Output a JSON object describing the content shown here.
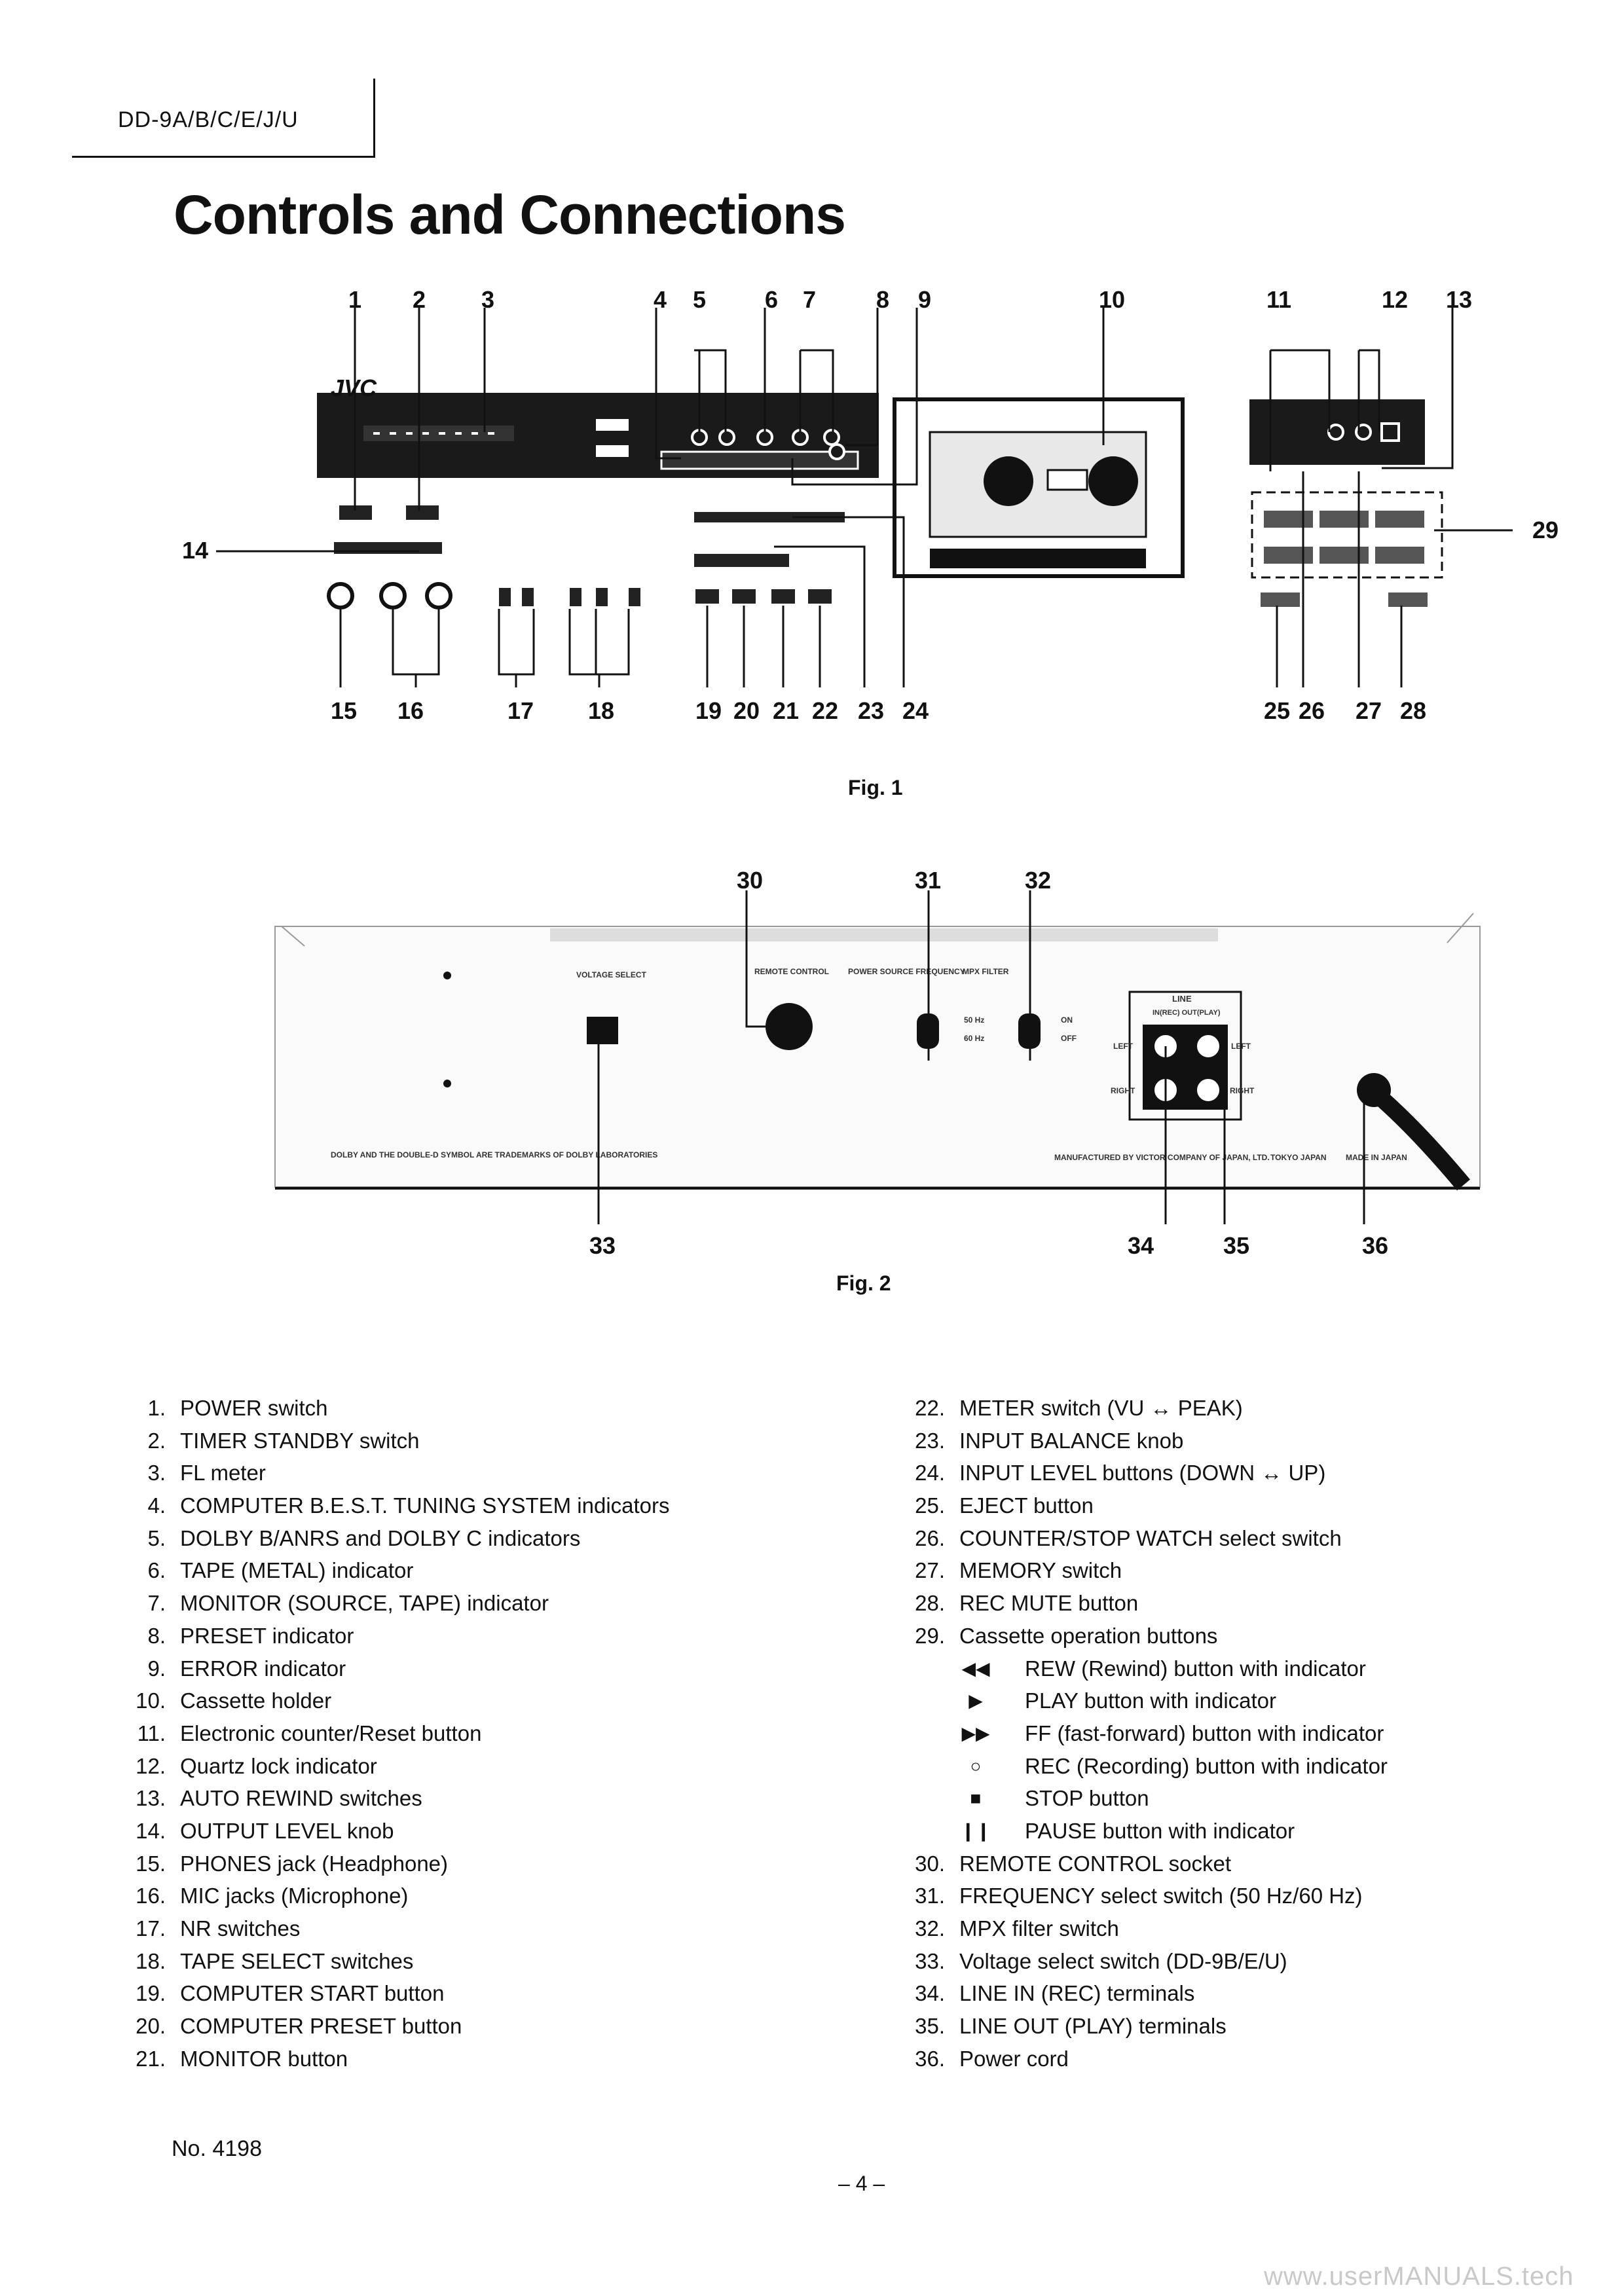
{
  "header": {
    "model": "DD-9A/B/C/E/J/U",
    "title": "Controls and Connections"
  },
  "fig1": {
    "caption": "Fig. 1",
    "brand": "JVC",
    "top_callouts": [
      "1",
      "2",
      "3",
      "4",
      "5",
      "6",
      "7",
      "8",
      "9",
      "10",
      "11",
      "12",
      "13"
    ],
    "side_callouts": [
      "14",
      "29"
    ],
    "bottom_callouts": [
      "15",
      "16",
      "17",
      "18",
      "19",
      "20",
      "21",
      "22",
      "23",
      "24",
      "25",
      "26",
      "27",
      "28"
    ]
  },
  "fig2": {
    "caption": "Fig. 2",
    "top_callouts": [
      "30",
      "31",
      "32"
    ],
    "bottom_callouts": [
      "33",
      "34",
      "35",
      "36"
    ],
    "panel_labels": {
      "voltage": "VOLTAGE SELECT",
      "remote": "REMOTE CONTROL",
      "power_freq": "POWER SOURCE FREQUENCY",
      "mpx": "MPX FILTER",
      "hz50": "50 Hz",
      "hz60": "60 Hz",
      "on": "ON",
      "off": "OFF",
      "line": "LINE",
      "line_sub": "IN(REC) OUT(PLAY)",
      "left": "LEFT",
      "right": "RIGHT",
      "dolby_note": "DOLBY AND THE DOUBLE-D SYMBOL ARE TRADEMARKS OF DOLBY LABORATORIES",
      "maker": "MANUFACTURED BY VICTOR COMPANY OF JAPAN, LTD.",
      "city": "TOKYO JAPAN",
      "made": "MADE IN JAPAN"
    }
  },
  "left_list": [
    {
      "num": "1.",
      "label": "POWER switch"
    },
    {
      "num": "2.",
      "label": "TIMER STANDBY switch"
    },
    {
      "num": "3.",
      "label": "FL meter"
    },
    {
      "num": "4.",
      "label": "COMPUTER B.E.S.T. TUNING SYSTEM indicators"
    },
    {
      "num": "5.",
      "label": "DOLBY B/ANRS and DOLBY C indicators"
    },
    {
      "num": "6.",
      "label": "TAPE (METAL) indicator"
    },
    {
      "num": "7.",
      "label": "MONITOR (SOURCE, TAPE) indicator"
    },
    {
      "num": "8.",
      "label": "PRESET indicator"
    },
    {
      "num": "9.",
      "label": "ERROR indicator"
    },
    {
      "num": "10.",
      "label": "Cassette holder"
    },
    {
      "num": "11.",
      "label": "Electronic counter/Reset button"
    },
    {
      "num": "12.",
      "label": "Quartz lock indicator"
    },
    {
      "num": "13.",
      "label": "AUTO REWIND switches"
    },
    {
      "num": "14.",
      "label": "OUTPUT LEVEL knob"
    },
    {
      "num": "15.",
      "label": "PHONES jack (Headphone)"
    },
    {
      "num": "16.",
      "label": "MIC jacks (Microphone)"
    },
    {
      "num": "17.",
      "label": "NR switches"
    },
    {
      "num": "18.",
      "label": "TAPE SELECT switches"
    },
    {
      "num": "19.",
      "label": "COMPUTER START button"
    },
    {
      "num": "20.",
      "label": "COMPUTER PRESET button"
    },
    {
      "num": "21.",
      "label": "MONITOR button"
    }
  ],
  "right_list": [
    {
      "num": "22.",
      "label": "METER switch (VU ↔ PEAK)"
    },
    {
      "num": "23.",
      "label": "INPUT BALANCE knob"
    },
    {
      "num": "24.",
      "label": "INPUT LEVEL buttons (DOWN ↔ UP)"
    },
    {
      "num": "25.",
      "label": "EJECT button"
    },
    {
      "num": "26.",
      "label": "COUNTER/STOP WATCH select switch"
    },
    {
      "num": "27.",
      "label": "MEMORY switch"
    },
    {
      "num": "28.",
      "label": "REC MUTE button"
    },
    {
      "num": "29.",
      "label": "Cassette operation buttons"
    },
    {
      "sym": "◀◀",
      "label": "REW (Rewind) button with indicator"
    },
    {
      "sym": "▶",
      "label": "PLAY button with indicator"
    },
    {
      "sym": "▶▶",
      "label": "FF (fast-forward) button with indicator"
    },
    {
      "sym": "○",
      "label": "REC (Recording) button with indicator"
    },
    {
      "sym": "■",
      "label": "STOP button"
    },
    {
      "sym": "❙❙",
      "label": "PAUSE button with indicator"
    },
    {
      "num": "30.",
      "label": "REMOTE CONTROL socket"
    },
    {
      "num": "31.",
      "label": "FREQUENCY select switch (50 Hz/60 Hz)"
    },
    {
      "num": "32.",
      "label": "MPX filter switch"
    },
    {
      "num": "33.",
      "label": "Voltage select switch (DD-9B/E/U)"
    },
    {
      "num": "34.",
      "label": "LINE IN (REC) terminals"
    },
    {
      "num": "35.",
      "label": "LINE OUT (PLAY) terminals"
    },
    {
      "num": "36.",
      "label": "Power cord"
    }
  ],
  "footer": {
    "doc_no": "No. 4198",
    "page": "– 4 –",
    "watermark": "www.userMANUALS.tech"
  }
}
